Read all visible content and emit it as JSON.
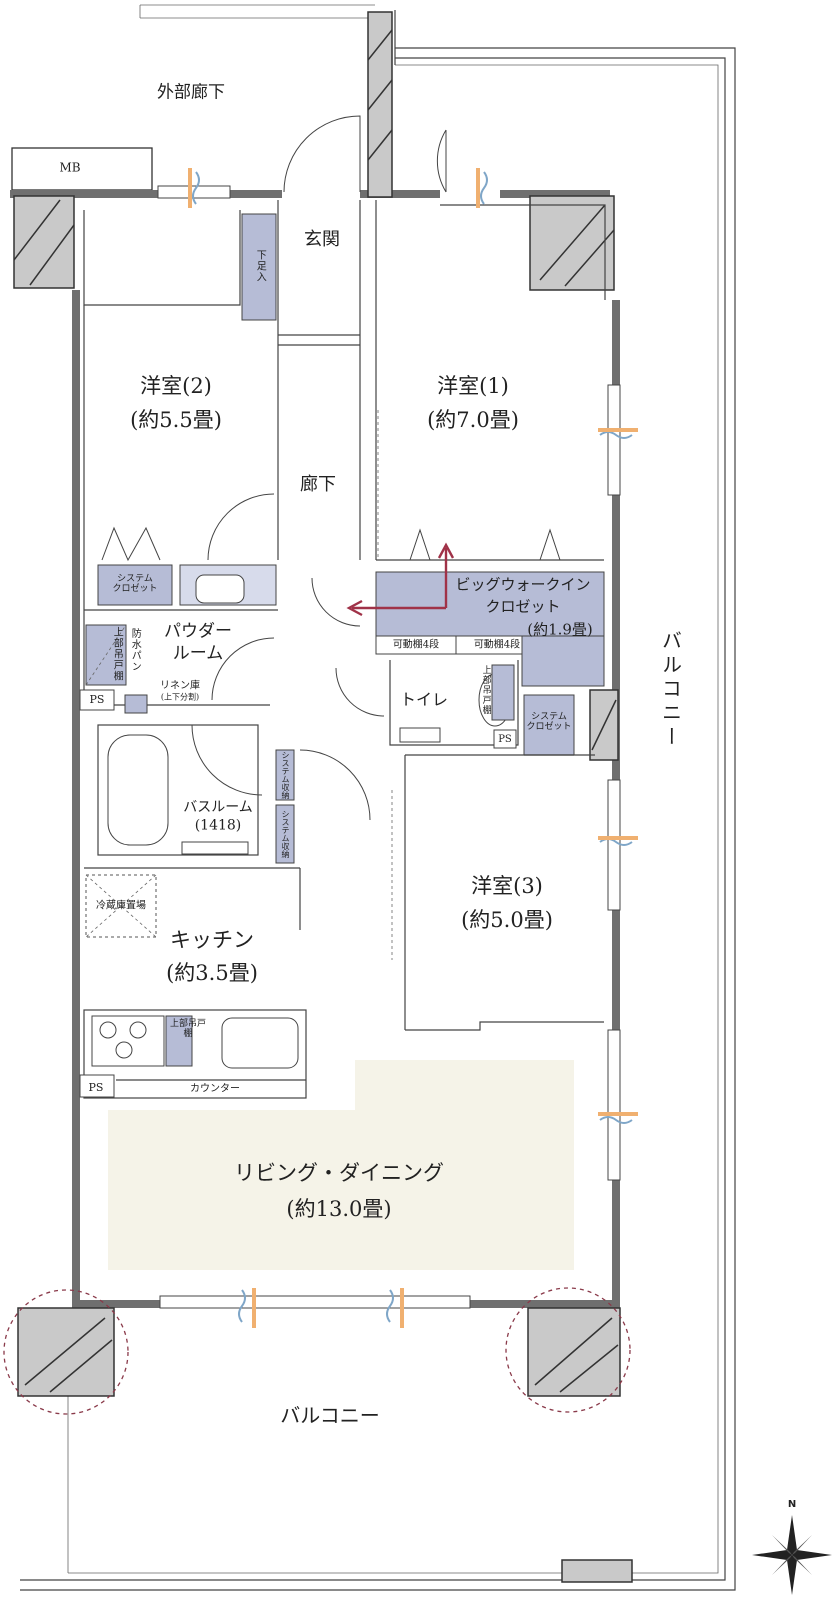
{
  "rooms": {
    "outer_corridor": "外部廊下",
    "mb": "MB",
    "entrance": "玄関",
    "shoe_storage": "下足入",
    "western_room_2": {
      "name": "洋室(2)",
      "size": "(約5.5畳)"
    },
    "western_room_1": {
      "name": "洋室(1)",
      "size": "(約7.0畳)"
    },
    "hallway": "廊下",
    "system_closet_1": "システム\nクロゼット",
    "walk_in_closet": {
      "name1": "ビッグウォークイン",
      "name2": "クロゼット",
      "size": "(約1.9畳)"
    },
    "shelf_1": "可動棚4段",
    "shelf_2": "可動棚4段",
    "powder_room": {
      "name1": "パウダー",
      "name2": "ルーム"
    },
    "washer_pan": "防水パン",
    "upper_cabinet_1": "上部吊戸棚",
    "linen_storage": {
      "name": "リネン庫",
      "note": "(上下分割)"
    },
    "ps_1": "PS",
    "ps_2": "PS",
    "ps_3": "PS",
    "toilet": "トイレ",
    "upper_cabinet_2": "上部吊戸棚",
    "system_closet_2": "システム\nクロゼット",
    "bathroom": {
      "name": "バスルーム",
      "size": "(1418)"
    },
    "system_storage_1": "システム収納",
    "system_storage_2": "システム収納",
    "western_room_3": {
      "name": "洋室(3)",
      "size": "(約5.0畳)"
    },
    "fridge": "冷蔵庫置場",
    "kitchen": {
      "name": "キッチン",
      "size": "(約3.5畳)"
    },
    "upper_cabinet_3": "上部吊戸棚",
    "counter": "カウンター",
    "living_dining": {
      "name": "リビング・ダイニング",
      "size": "(約13.0畳)"
    },
    "balcony_bottom": "バルコニー",
    "balcony_right": "バルコニー"
  },
  "compass": {
    "north": "N"
  },
  "colors": {
    "wall": "#6f6f6f",
    "column": "#c9c9c9",
    "storage": "#b6bcd6",
    "living": "#f5f3e8",
    "arrow": "#a03248",
    "airflow_orange": "#f0b070",
    "airflow_blue": "#7fa6c8"
  }
}
